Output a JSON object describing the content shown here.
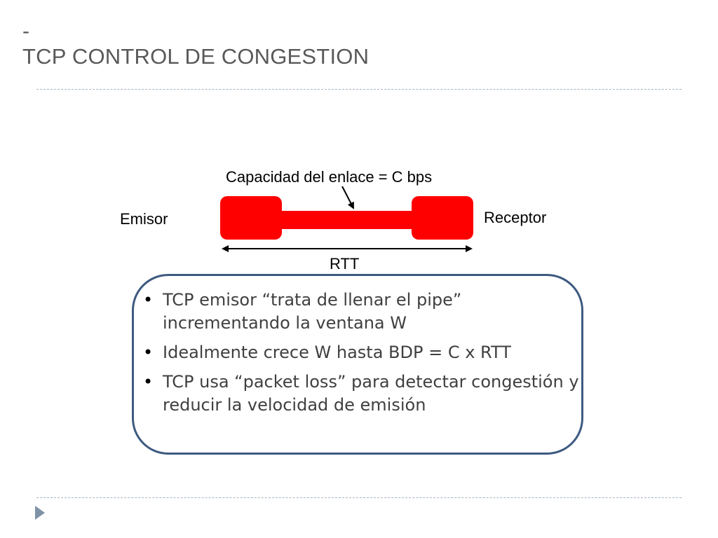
{
  "slide": {
    "title_mark": "-",
    "title": "TCP CONTROL DE CONGESTION"
  },
  "diagram": {
    "capacity_label": "Capacidad del enlace = C bps",
    "sender_label": "Emisor",
    "receiver_label": "Receptor",
    "rtt_label": "RTT",
    "pipe_color": "#ff0000"
  },
  "bullets": {
    "bullet_symbol": "•",
    "items": [
      "TCP emisor “trata de llenar el  pipe” incrementando la ventana W",
      "Idealmente crece W hasta BDP = C x RTT",
      "TCP usa “packet loss” para detectar congestión y reducir la velocidad de emisión"
    ],
    "box_border_color": "#3e5a80"
  },
  "navigation": {
    "next_icon": "triangle-right-icon"
  }
}
